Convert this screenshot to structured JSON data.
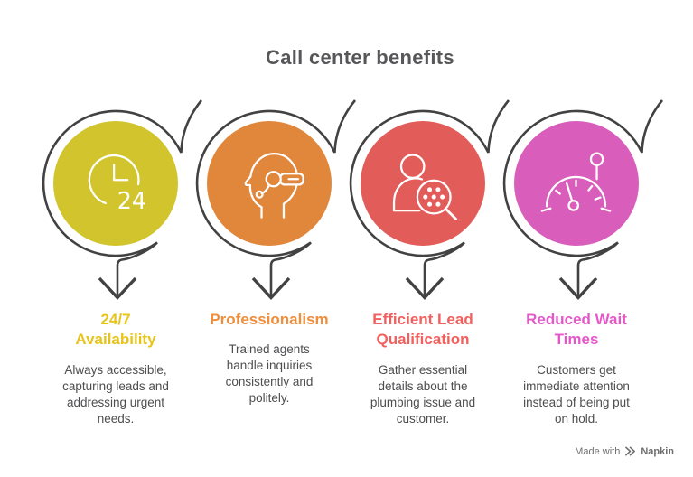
{
  "title": "Call center benefits",
  "items": [
    {
      "heading": "24/7\nAvailability",
      "body": "Always accessible,\ncapturing leads and\naddressing urgent\nneeds.",
      "color": "#d2c42c",
      "heading_color": "#e6c41c",
      "icon": "clock-24-icon",
      "clock_label": "24"
    },
    {
      "heading": "Professionalism",
      "body": "Trained agents\nhandle inquiries\nconsistently and\npolitely.",
      "color": "#e0873c",
      "heading_color": "#ef8e3b",
      "icon": "headset-agent-icon"
    },
    {
      "heading": "Efficient Lead\nQualification",
      "body": "Gather essential\ndetails about the\nplumbing issue and\ncustomer.",
      "color": "#e25c59",
      "heading_color": "#f25f5c",
      "icon": "person-magnifier-icon"
    },
    {
      "heading": "Reduced Wait\nTimes",
      "body": "Customers get\nimmediate attention\ninstead of being put\non hold.",
      "color": "#d95ebc",
      "heading_color": "#e558c9",
      "icon": "speedometer-icon"
    }
  ],
  "footer": {
    "made_with": "Made with",
    "brand": "Napkin"
  }
}
